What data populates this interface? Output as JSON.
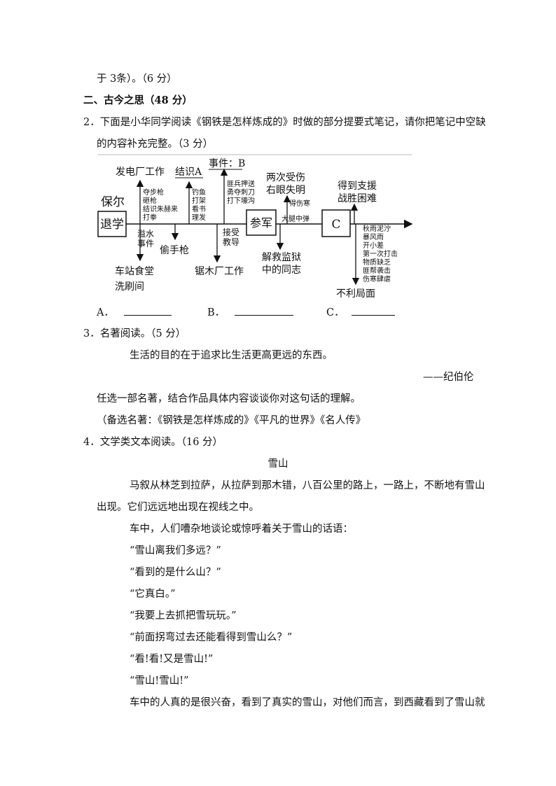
{
  "lines": {
    "l1": "于 3条）。（6 分）",
    "section2": "二、古今之思（48 分）",
    "q2a": "2．下面是小华同学阅读《钢铁是怎样炼成的》时做的部分提要式笔记，请你把笔记中空缺",
    "q2b": "的内容补充完整。（3 分）",
    "q3": "3．名著阅读。（5 分）",
    "quote": "生活的目的在于追求比生活更高更远的东西。",
    "quote_author": "——纪伯伦",
    "q3_task": "任选一部名著，结合作品具体内容谈谈你对这句话的理解。",
    "q3_options": "（备选名著：《钢铁是怎样炼成的》《平凡的世界》《名人传》",
    "q4": "4．文学类文本阅读。（16 分）",
    "story_title": "雪山",
    "p1a": "马叙从林芝到拉萨，从拉萨到那木错，八百公里的路上，一路上，不断地有雪山",
    "p1b": "出现。它们远远地出现在视线之中。",
    "p2": "车中，人们嘈杂地谈论或惊呼着关于雪山的话语：",
    "d1": "“雪山离我们多远？”",
    "d2": "“看到的是什么山？”",
    "d3": "“它真白。”",
    "d4": "“我要上去抓把雪玩玩。”",
    "d5": "“前面拐弯过去还能看得到雪山么？”",
    "d6": "“看!看!又是雪山!”",
    "d7": "“雪山!雪山!”",
    "p3": "车中的人真的是很兴奋，看到了真实的雪山，对他们而言，到西藏看到了雪山就"
  },
  "answers": {
    "a": "A．",
    "b": "B．",
    "c": "C．"
  },
  "diagram": {
    "baoer": "保尔",
    "tuixue": "退学",
    "canjun": "参军",
    "c_box": "C",
    "fadian": "发电厂工作",
    "jieshi": "结识A",
    "shijian": "事件：B",
    "liangci1": "两次受伤",
    "liangci2": "右眼失明",
    "dedao1": "得到支援",
    "dedao2": "战胜困难",
    "small1": [
      "夺步枪",
      "砸枪",
      "结识朱赫来",
      "打拳"
    ],
    "small2": [
      "钓鱼",
      "打架",
      "看书",
      "理发"
    ],
    "small3": [
      "匪兵押送",
      "勇夺刺刀",
      "打下壕沟"
    ],
    "shangtai": "得伤寒",
    "datui": "大腿中弹",
    "small_right": [
      "秋雨泥泞",
      "暴风雨",
      "开小差",
      "第一次打击",
      "物质缺乏",
      "匪帮袭击",
      "伤寒肆虐"
    ],
    "yishui1": "溢水",
    "yishui2": "事件",
    "toushou": "偷手枪",
    "jieshou1": "接受",
    "jieshou2": "教导",
    "jiejiu1": "解救监狱",
    "jiejiu2": "中的同志",
    "chezhan1": "车站食堂",
    "chezhan2": "洗刷间",
    "jumu": "锯木厂工作",
    "buli": "不利局面"
  }
}
